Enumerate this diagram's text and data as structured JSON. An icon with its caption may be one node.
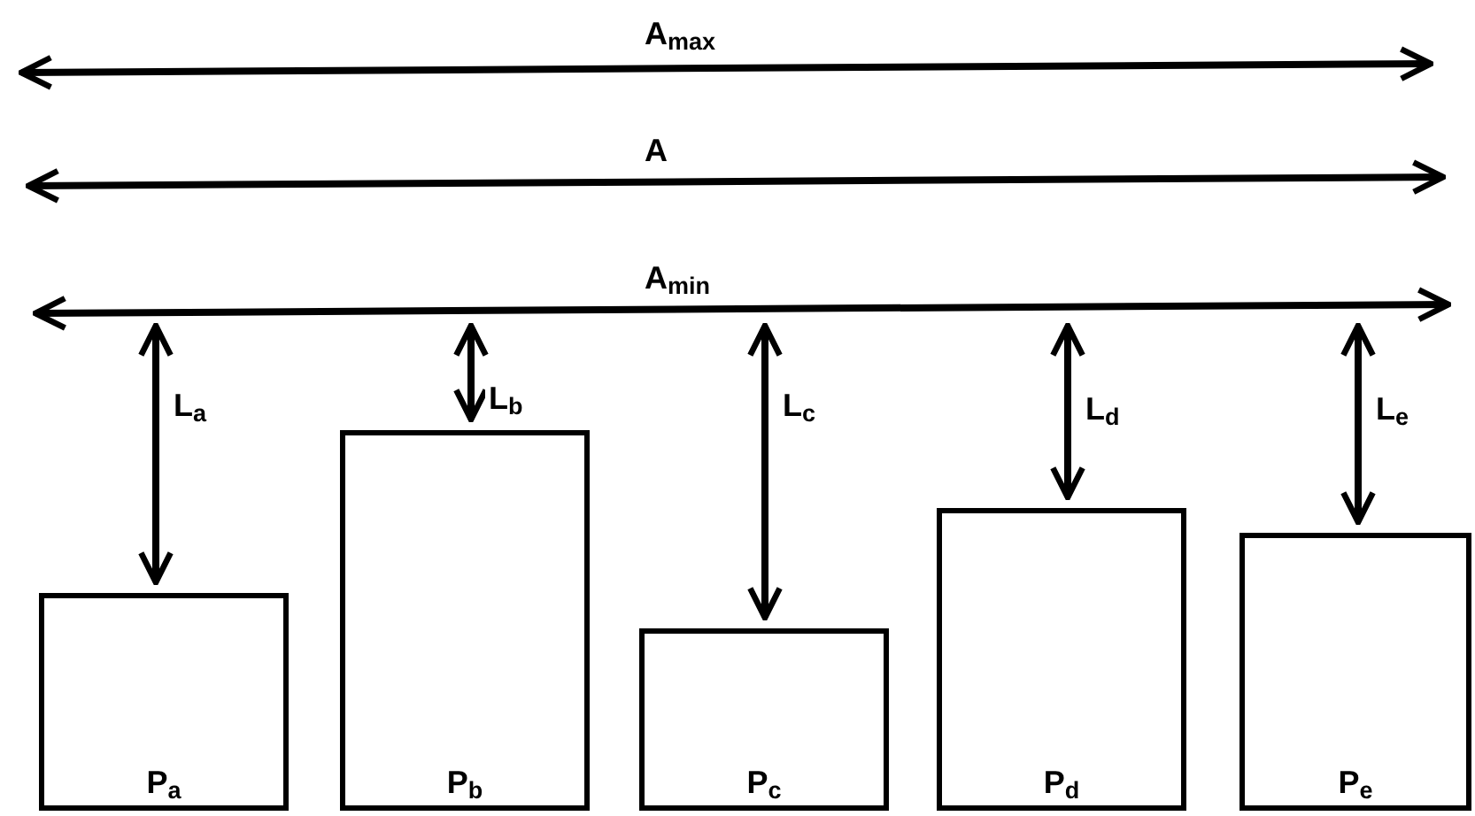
{
  "diagram": {
    "nodes": [
      {
        "text": [
          "P$_{a}$"
        ]
      },
      {
        "text": [
          "P$_{b}$"
        ]
      },
      {
        "text": [
          "P$_{c}$"
        ]
      },
      {
        "text": [
          "P$_{d}$"
        ]
      },
      {
        "text": [
          "P$_{e}$"
        ]
      }
    ],
    "labels": [
      "A$_{max}$",
      "A",
      "A$_{min}$",
      "L$_{a}$",
      "L$_{b}$",
      "L$_{c}$",
      "L$_{d}$",
      "L$_{e}$"
    ]
  }
}
